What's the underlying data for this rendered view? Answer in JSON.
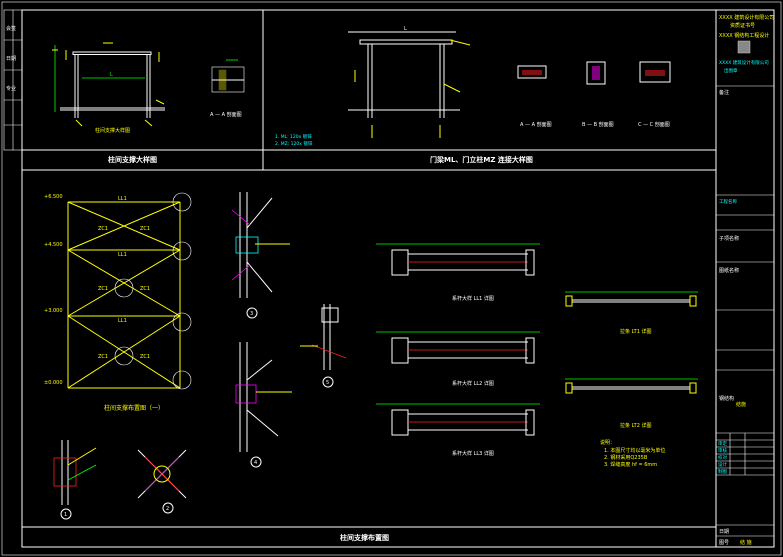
{
  "drawing": {
    "frame_color": "#ffffff",
    "line_color": "#ffffff",
    "accent_yellow": "#ffff00",
    "accent_green": "#00ff00",
    "accent_red": "#ff2020",
    "accent_magenta": "#ff00ff",
    "accent_cyan": "#00ffff",
    "title_col_blue": "#3b82ff"
  },
  "panels": {
    "top_left": {
      "caption": "柱间支撑大样图",
      "dim_label": "L",
      "section_label": "A — A 剖面图"
    },
    "top_right": {
      "caption": "门梁ML、门立柱MZ 连接大样图",
      "dim_label": "L",
      "section_a": "A — A 剖面图",
      "section_b": "B — B 剖面图",
      "section_c": "C — C 剖面图",
      "note_1": "1. ML: 120x 镀锌",
      "note_2": "2. MZ: 120x 镀锌"
    },
    "bottom": {
      "caption": "柱间支撑布置图",
      "left_caption": "柱间支撑布置图（一）",
      "bracing_labels": [
        "ZC1",
        "ZC1",
        "ZC1",
        "ZC1",
        "ZC1",
        "ZC1"
      ],
      "beam_labels": [
        "LL1",
        "LL1",
        "LL1"
      ],
      "level_labels": [
        "+6.500",
        "+4.500",
        "+3.000",
        "±0.000"
      ],
      "detail_numbers": [
        "1",
        "2",
        "3",
        "4",
        "5"
      ],
      "member_captions": [
        "系杆大样 LL1 详图",
        "系杆大样 LL2 详图",
        "系杆大样 LL3 详图"
      ],
      "rod_captions": [
        "拉条 LT1 详图",
        "拉条 LT2 详图"
      ],
      "notes_title": "说明：",
      "notes": [
        "1. 本图尺寸均以毫米为单位",
        "2. 钢材采用Q235B",
        "3. 焊缝高度 hf = 6mm"
      ]
    }
  },
  "title_block": {
    "header_lines": [
      "XXXX 建筑设计有限公司",
      "资质证书号",
      "XXXX 钢结构工程设计",
      "XXXX 建筑设计有限公司"
    ],
    "stamp_text": "出图章",
    "rows": [
      "备注",
      "工程名称",
      "子项名称",
      "图纸名称"
    ],
    "sheet_name": "钢结构",
    "drawing_label": "结施",
    "table_rows": [
      "审定",
      "审核",
      "校对",
      "设计",
      "制图"
    ],
    "footer_1": "日期",
    "footer_2": "图号",
    "footer_value": "结 施"
  },
  "sidebar": {
    "labels": [
      "会签",
      "日期",
      "专业"
    ]
  }
}
